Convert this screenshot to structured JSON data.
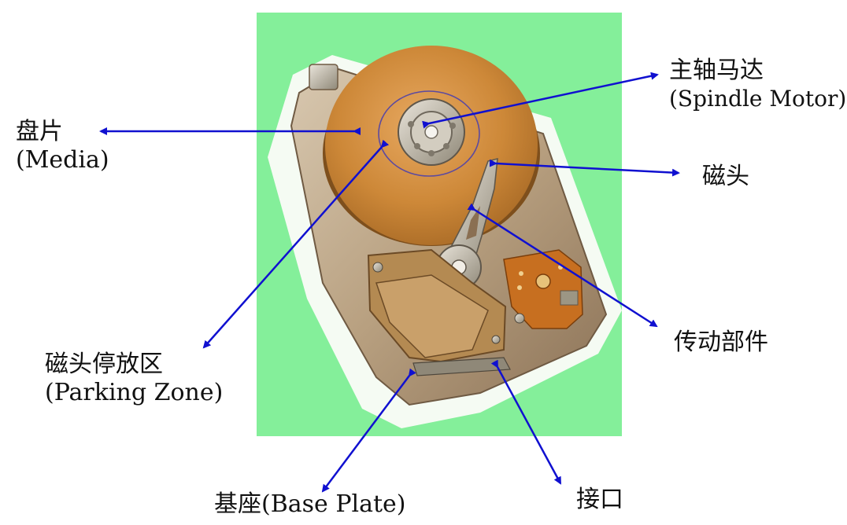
{
  "colors": {
    "background_panel": "#84EF9A",
    "arrow": "#1010D0",
    "platter": "#C98536",
    "chassis": "#BDA78A"
  },
  "labels": {
    "media": {
      "zh": "盘片",
      "en": "(Media)"
    },
    "spindle_motor": {
      "zh": "主轴马达",
      "en": "(Spindle Motor)"
    },
    "head": {
      "zh": "磁头"
    },
    "parking_zone": {
      "zh": "磁头停放区",
      "en": "(Parking Zone)"
    },
    "actuator": {
      "zh": "传动部件"
    },
    "base_plate": {
      "text": "基座(Base Plate)"
    },
    "interface": {
      "zh": "接口"
    }
  }
}
